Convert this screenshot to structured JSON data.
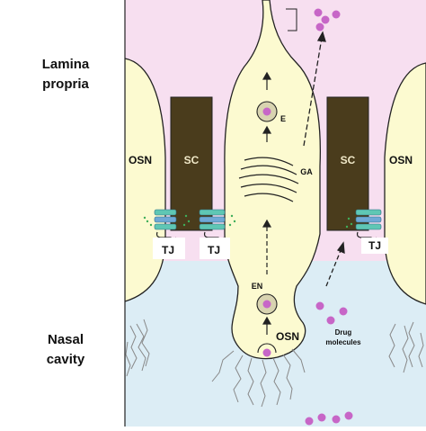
{
  "regions": {
    "upper": "Lamina propria",
    "upper_line1": "Lamina",
    "upper_line2": "propria",
    "lower_line1": "Nasal",
    "lower_line2": "cavity"
  },
  "cells": {
    "osn_left": "OSN",
    "osn_right": "OSN",
    "osn_center": "OSN",
    "sc_left": "SC",
    "sc_right": "SC"
  },
  "organelles": {
    "endosome": "EN",
    "exocytosis": "E",
    "golgi": "GA"
  },
  "junctions": {
    "tj_1": "TJ",
    "tj_2": "TJ",
    "tj_3": "TJ"
  },
  "drug": {
    "line1": "Drug",
    "line2": "molecules"
  },
  "colors": {
    "lamina_bg": "#f7dff0",
    "cavity_bg": "#dcedf5",
    "cell_fill": "#fcfad0",
    "sc_fill": "#4a3c1c",
    "drug": "#c766c7",
    "tj_green": "#5fc7b4",
    "tj_blue": "#6fa8d6"
  }
}
